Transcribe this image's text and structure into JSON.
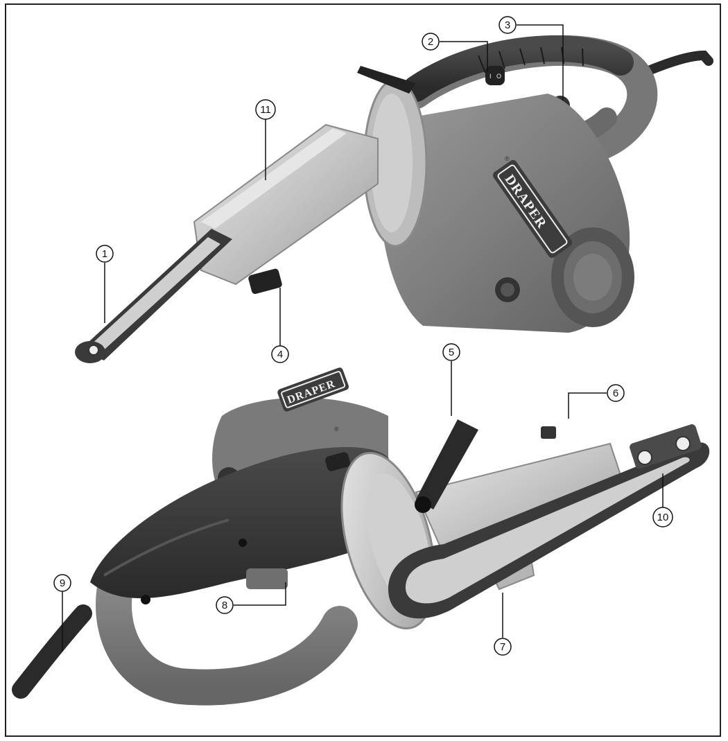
{
  "brand": "DRAPER",
  "reg_mark": "®",
  "switch_marks": [
    "I",
    "O"
  ],
  "callouts": [
    {
      "label": "1"
    },
    {
      "label": "2"
    },
    {
      "label": "3"
    },
    {
      "label": "4"
    },
    {
      "label": "5"
    },
    {
      "label": "6"
    },
    {
      "label": "7"
    },
    {
      "label": "8"
    },
    {
      "label": "9"
    },
    {
      "label": "10"
    },
    {
      "label": "11"
    }
  ]
}
